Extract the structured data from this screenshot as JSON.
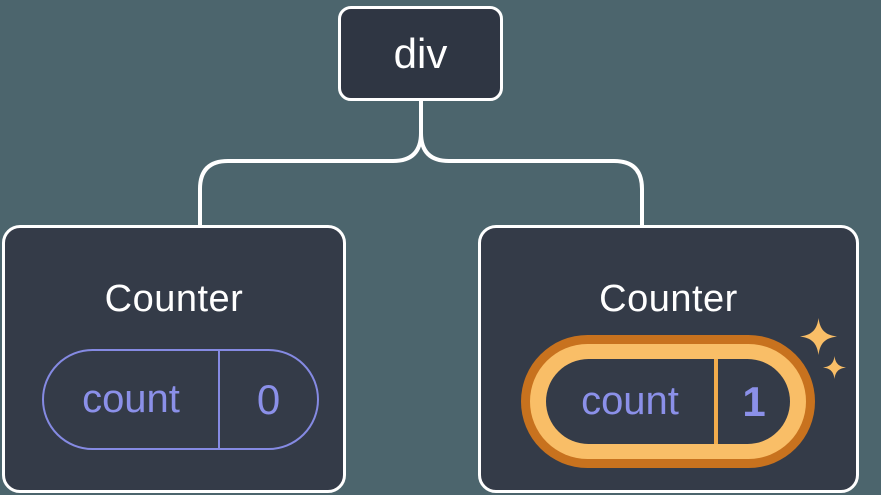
{
  "tree": {
    "root": {
      "label": "div"
    },
    "children": [
      {
        "title": "Counter",
        "state": {
          "key": "count",
          "value": "0"
        },
        "highlighted": false
      },
      {
        "title": "Counter",
        "state": {
          "key": "count",
          "value": "1"
        },
        "highlighted": true
      }
    ]
  },
  "icons": {
    "sparkle_large": "sparkle-icon",
    "sparkle_small": "sparkle-icon"
  },
  "colors": {
    "background": "#4C656D",
    "node_background": "#2F3643",
    "card_background": "#343B48",
    "border_and_text_white": "#FFFFFF",
    "state_purple": "#8B90E9",
    "state_purple_border": "#858AE3",
    "highlight_orange_dark": "#C8721E",
    "highlight_orange_light": "#F9BE67",
    "highlight_divider_orange": "#F2AC4C"
  }
}
